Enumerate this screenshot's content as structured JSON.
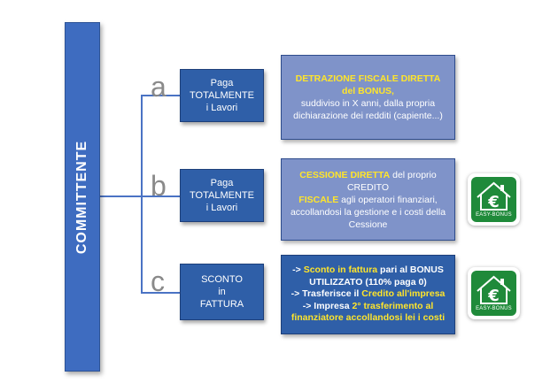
{
  "committente": {
    "label": "COMMITTENTE"
  },
  "options": [
    {
      "letter": "a",
      "mid_lines": [
        "Paga",
        "TOTALMENTE",
        "i Lavori"
      ]
    },
    {
      "letter": "b",
      "mid_lines": [
        "Paga",
        "TOTALMENTE",
        "i Lavori"
      ]
    },
    {
      "letter": "c",
      "mid_lines": [
        "SCONTO",
        "in",
        "FATTURA"
      ]
    }
  ],
  "box_a": {
    "line1": "DETRAZIONE FISCALE DIRETTA",
    "line2": "del BONUS,",
    "line3": "suddiviso in X anni, dalla propria",
    "line4": "dichiarazione dei redditi (capiente...)"
  },
  "box_b": {
    "l1_yellow": "CESSIONE DIRETTA",
    "l1_rest": " del proprio  CREDITO",
    "l2_yellow": "FISCALE",
    "l2_rest": " agli operatori finanziari,",
    "line3": "accollandosi  la gestione e i costi della",
    "line4": "Cessione"
  },
  "box_c": {
    "l1_prefix": "-> ",
    "l1_yellow": "Sconto in fattura",
    "l1_rest": " pari al BONUS",
    "l2": "UTILIZZATO  (110% paga 0)",
    "l3_prefix": "-> Trasferisce il ",
    "l3_yellow": "Credito all'impresa",
    "l4_prefix": "-> Impresa ",
    "l4_yellow": "2° trasferimento al",
    "l5_yellow": "finanziatore accollandosi lei i costi"
  },
  "badge": {
    "label": "EASY-BONUS",
    "symbol": "€",
    "icon": "house-euro-icon",
    "color": "#1f8a3a"
  },
  "colors": {
    "committente": "#3e6cc0",
    "mid_box": "#2f5fa8",
    "right_box": "#7f93c9",
    "highlight": "#ffe52b"
  }
}
